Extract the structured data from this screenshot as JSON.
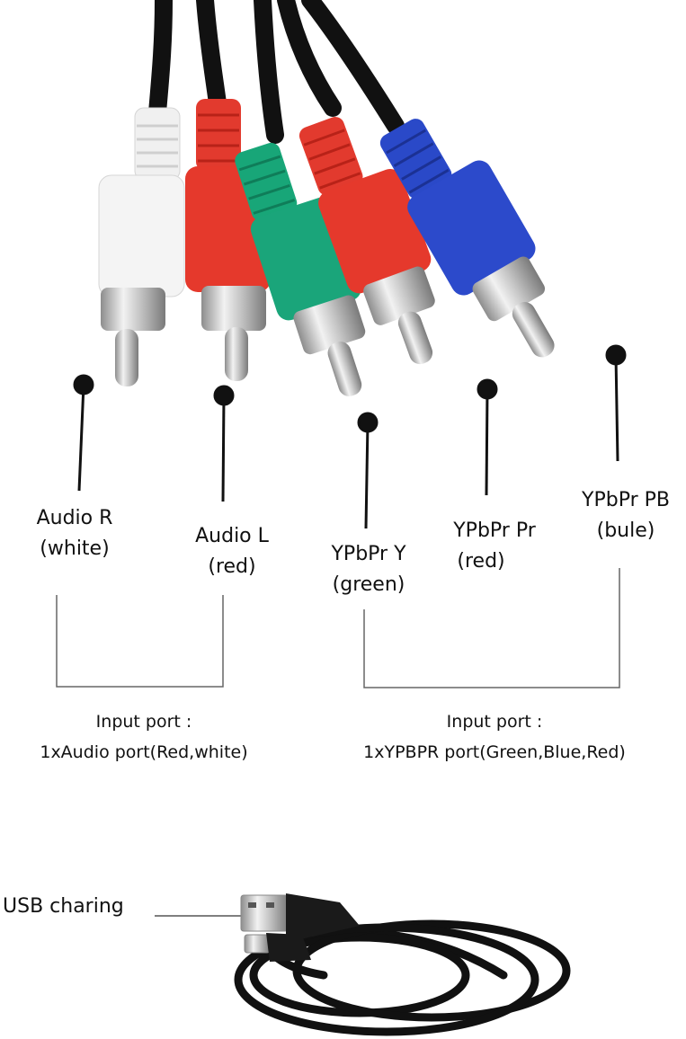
{
  "connectors": [
    {
      "id": "audio-r",
      "line1": "Audio R",
      "line2": "(white)",
      "body_color": "#f2f2f2",
      "ring_color": "#e6e6e6"
    },
    {
      "id": "audio-l",
      "line1": "Audio L",
      "line2": "(red)",
      "body_color": "#e23a2e",
      "ring_color": "#c8281f"
    },
    {
      "id": "ypbpr-y",
      "line1": "YPbPr Y",
      "line2": "(green)",
      "body_color": "#1aa57a",
      "ring_color": "#12845f"
    },
    {
      "id": "ypbpr-pr",
      "line1": "YPbPr Pr",
      "line2": "(red)",
      "body_color": "#e23a2e",
      "ring_color": "#c8281f"
    },
    {
      "id": "ypbpr-pb",
      "line1": "YPbPr PB",
      "line2": "(bule)",
      "body_color": "#2a49c8",
      "ring_color": "#1d379e"
    }
  ],
  "groups": [
    {
      "id": "audio",
      "line1": "Input port :",
      "line2": "1xAudio port(Red,white)"
    },
    {
      "id": "ypbpr",
      "line1": "Input port :",
      "line2": "1xYPBPR port(Green,Blue,Red)"
    }
  ],
  "usb": {
    "label": "USB charing"
  },
  "colors": {
    "line": "#111111",
    "bracket": "#555555",
    "cable": "#111111",
    "metal": "#c9c9c9"
  }
}
